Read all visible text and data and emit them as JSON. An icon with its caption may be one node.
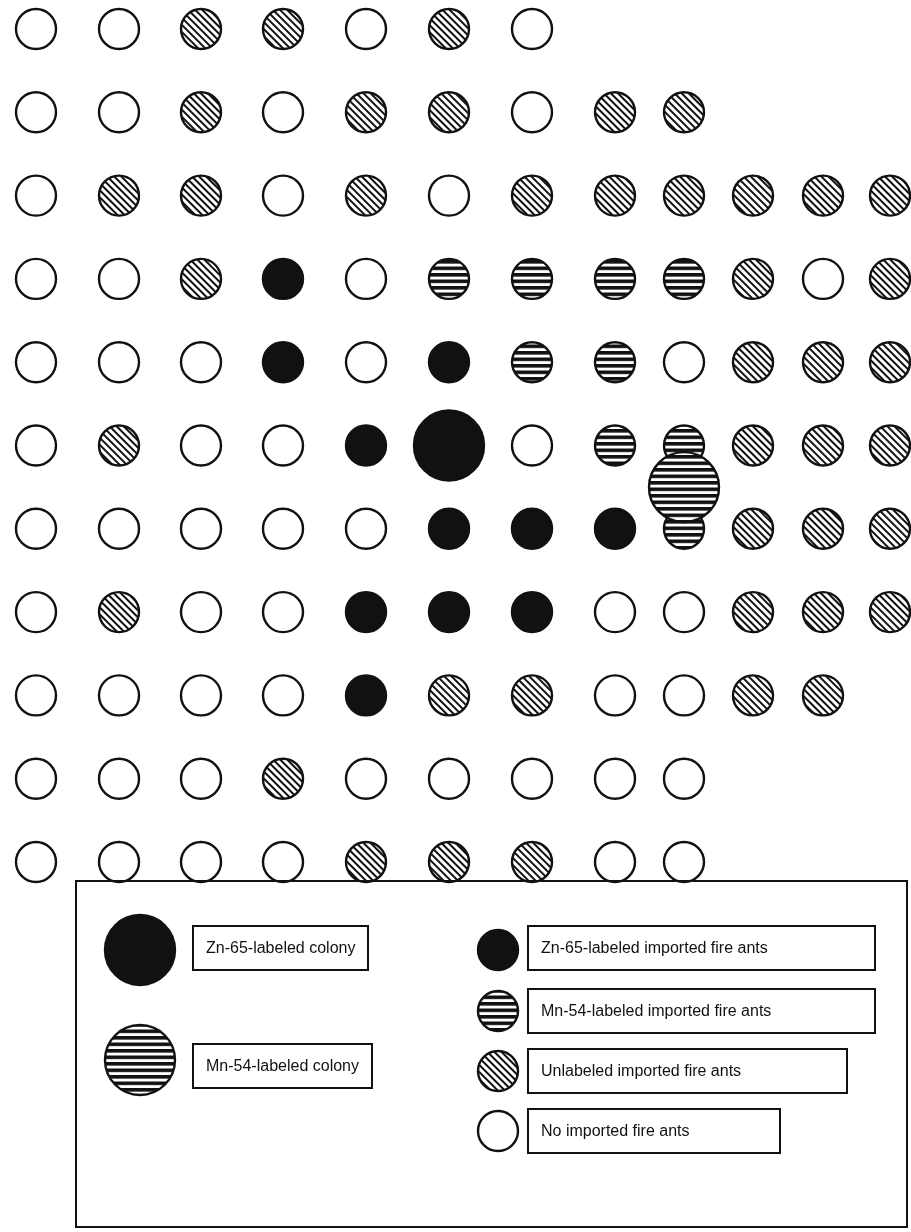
{
  "diagram": {
    "legend": [
      {
        "text": "Zn-65-labeled colony"
      },
      {
        "text": "Mn-54-labeled colony"
      },
      {
        "text": "Zn-65-labeled imported fire ants"
      },
      {
        "text": "Mn-54-labeled imported fire ants"
      },
      {
        "text": "Unlabeled imported fire ants"
      },
      {
        "text": "No imported fire ants"
      }
    ]
  }
}
